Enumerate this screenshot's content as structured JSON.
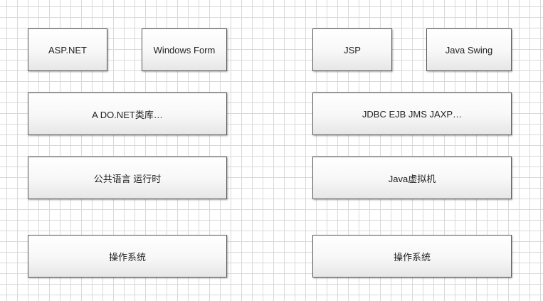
{
  "left_stack": {
    "asp_net": "ASP.NET",
    "windows_form": "Windows Form",
    "ado_net": "A DO.NET类库…",
    "clr": "公共语言 运行时",
    "os": "操作系统"
  },
  "right_stack": {
    "jsp": "JSP",
    "java_swing": "Java Swing",
    "java_apis": "JDBC EJB JMS JAXP…",
    "jvm": "Java虚拟机",
    "os": "操作系统"
  },
  "colors": {
    "background": "#ffffff",
    "grid_line": "#d9d9d9",
    "box_border": "#5a5a5a",
    "box_fill_top": "#ffffff",
    "box_fill_bottom": "#e6e6e6",
    "text": "#222222"
  }
}
